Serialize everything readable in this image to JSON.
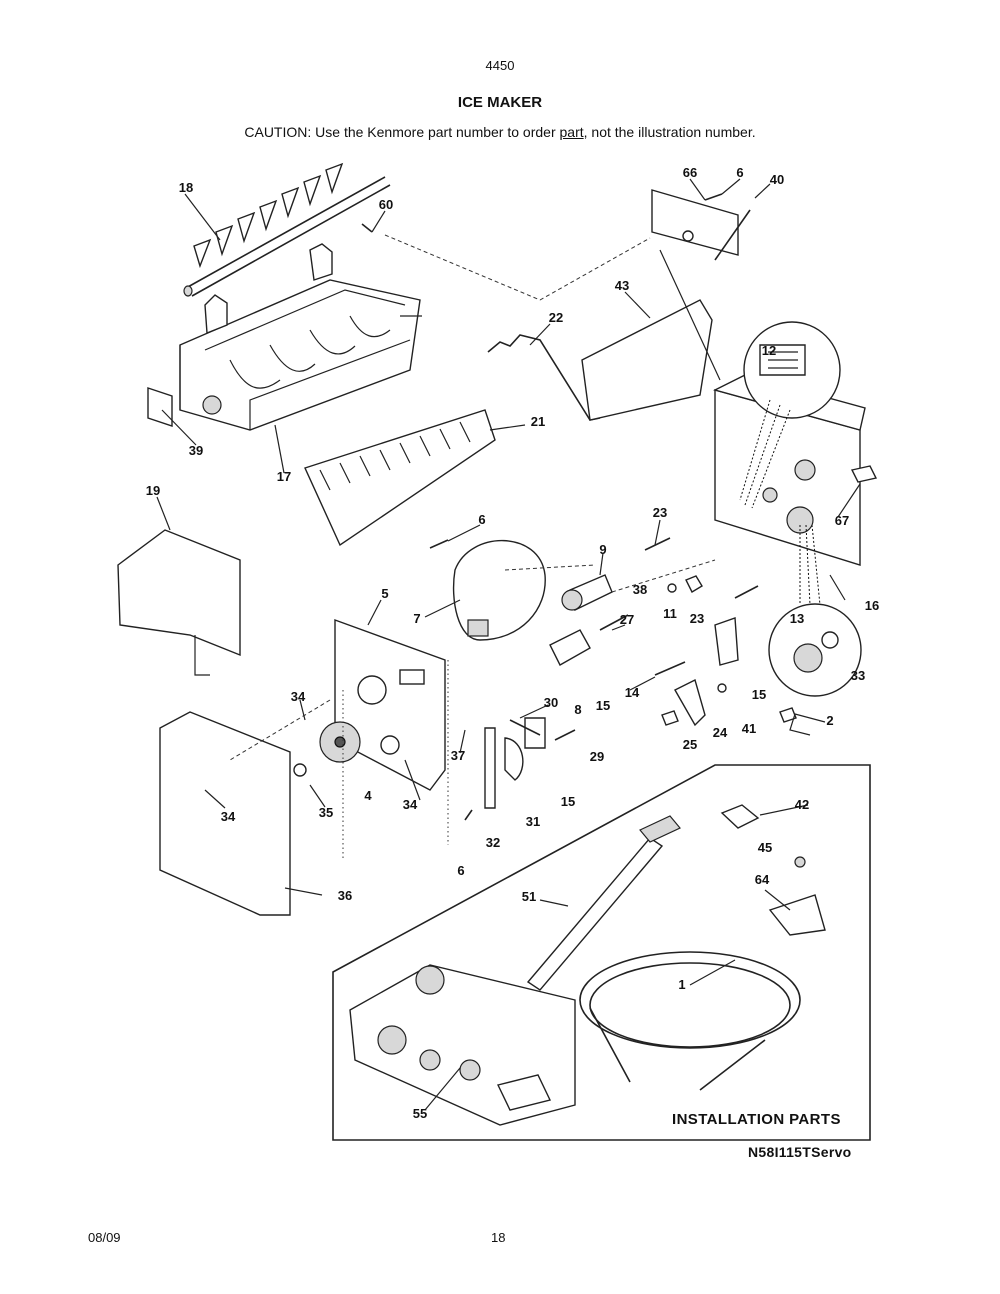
{
  "header": {
    "model_number": "4450",
    "title": "ICE MAKER",
    "caution_before": "CAUTION: Use the Kenmore part number to order ",
    "caution_link": "part",
    "caution_after": ", not the illustration number."
  },
  "callouts": {
    "c18": "18",
    "c60": "60",
    "c66": "66",
    "c6a": "6",
    "c40": "40",
    "c43": "43",
    "c22": "22",
    "c12": "12",
    "c39": "39",
    "c17": "17",
    "c21": "21",
    "c19": "19",
    "c6b": "6",
    "c23a": "23",
    "c9": "9",
    "c67": "67",
    "c38": "38",
    "c11": "11",
    "c23b": "23",
    "c16": "16",
    "c5": "5",
    "c7": "7",
    "c27": "27",
    "c13": "13",
    "c33": "33",
    "c8": "8",
    "c15a": "15",
    "c14": "14",
    "c15b": "15",
    "c34a": "34",
    "c30": "30",
    "c2": "2",
    "c25": "25",
    "c24": "24",
    "c41": "41",
    "c37": "37",
    "c29": "29",
    "c4": "4",
    "c34b": "34",
    "c35": "35",
    "c34c": "34",
    "c15c": "15",
    "c31": "31",
    "c32": "32",
    "c6c": "6",
    "c42": "42",
    "c45": "45",
    "c64": "64",
    "c51": "51",
    "c36": "36",
    "c1": "1",
    "c55": "55"
  },
  "installation_box": {
    "label": "INSTALLATION PARTS"
  },
  "footer": {
    "figure_code": "N58I115TServo",
    "date": "08/09",
    "page_number": "18"
  }
}
